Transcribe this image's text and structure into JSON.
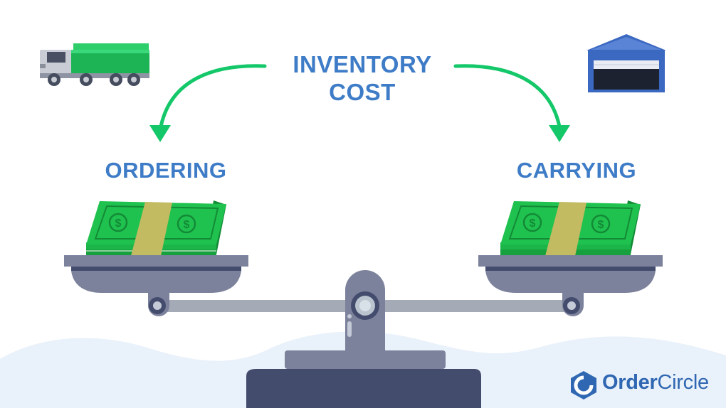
{
  "title": "INVENTORY COST",
  "title_line1": "INVENTORY",
  "title_line2": "COST",
  "left_label": "ORDERING",
  "right_label": "CARRYING",
  "logo": {
    "part1": "Order",
    "part2": "Circle"
  },
  "icons": [
    "truck-icon",
    "warehouse-icon",
    "cash-stack-icon",
    "balance-scale-icon"
  ],
  "colors": {
    "label_blue": "#3e7cc7",
    "arrow_green": "#14c86a",
    "cash_green": "#1fc24e",
    "cash_dark": "#17a03e",
    "band_khaki": "#c2bb62",
    "scale_gray": "#7c829c",
    "scale_dark": "#444c6e",
    "beam_gray": "#a4abb6",
    "hills": "#e9f1fa"
  }
}
